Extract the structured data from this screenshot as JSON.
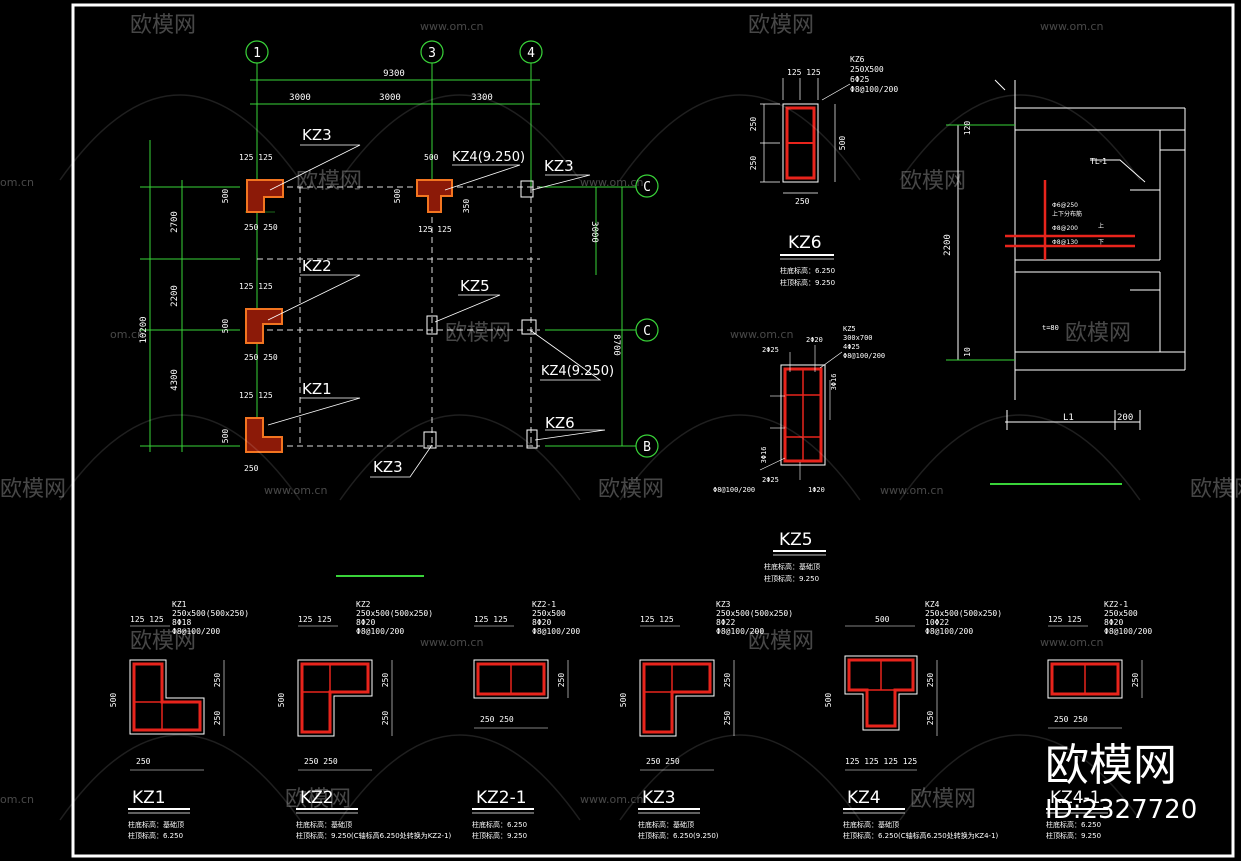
{
  "axes": {
    "a1": "1",
    "a3": "3",
    "a4": "4",
    "aC1": "C",
    "aC": "C",
    "aB": "B"
  },
  "plan": {
    "dims_top": {
      "total": "9300",
      "s1": "3000",
      "s2": "3000",
      "s3": "3300"
    },
    "dims_left": {
      "total": "10200",
      "d1": "2700",
      "d2": "2200",
      "d3": "4300"
    },
    "dims_right": {
      "d1": "3000",
      "d2": "8700"
    },
    "labels": {
      "kz3_a": "KZ3",
      "kz4_a": "KZ4(9.250)",
      "kz3_b": "KZ3",
      "kz2": "KZ2",
      "kz5": "KZ5",
      "kz4_b": "KZ4(9.250)",
      "kz1": "KZ1",
      "kz6": "KZ6",
      "kz3_c": "KZ3"
    },
    "small": {
      "d125": "125 125",
      "d250": "250 250",
      "d500": "500",
      "d250s": "250",
      "d125b": "125 125",
      "d350": "350"
    }
  },
  "kz6": {
    "title": "KZ6",
    "spec1": "KZ6",
    "spec2": "250X500",
    "spec3": "6Φ25",
    "spec4": "Φ8@100/200",
    "top": "125 125",
    "left1": "250",
    "left2": "250",
    "right": "500",
    "bottom": "250",
    "note1": "柱底标高：6.250",
    "note2": "柱顶标高：9.250"
  },
  "kz5": {
    "title": "KZ5",
    "spec1": "KZ5",
    "spec2": "300x700",
    "spec3": "4Φ25",
    "spec4": "Φ8@100/200",
    "top1": "2Φ25",
    "top2": "2Φ20",
    "side1": "3Φ16",
    "side2": "3Φ16",
    "bot1": "2Φ25",
    "bot2": "1Φ20",
    "stir": "Φ8@100/200",
    "note1": "柱底标高：基础顶",
    "note2": "柱顶标高：9.250"
  },
  "section": {
    "tl": "TL-1",
    "h": "2200",
    "l1": "L1",
    "w": "200",
    "t120": "120",
    "t90": "t=80",
    "rebar1": "Φ6@250",
    "rebar2": "上下分布筋",
    "rebar3": "Φ8@200",
    "rebar4": "Φ8@130",
    "up": "上",
    "down": "下",
    "ten": "10"
  },
  "details": [
    {
      "title": "KZ1",
      "specs": [
        "KZ1",
        "250x500(500x250)",
        "8Φ18",
        "Φ8@100/200"
      ],
      "top": "125 125",
      "left": "500",
      "r1": "250",
      "r2": "250",
      "b": "250",
      "note1": "柱底标高：基础顶",
      "note2": "柱顶标高：6.250"
    },
    {
      "title": "KZ2",
      "specs": [
        "KZ2",
        "250x500(500x250)",
        "8Φ20",
        "Φ8@100/200"
      ],
      "top": "125 125",
      "left": "500",
      "r1": "250",
      "r2": "250",
      "b": "250   250",
      "note1": "柱底标高：基础顶",
      "note2": "柱顶标高：9.250(C轴标高6.250处转换为KZ2-1)"
    },
    {
      "title": "KZ2-1",
      "specs": [
        "KZ2-1",
        "250x500",
        "8Φ20",
        "Φ8@100/200"
      ],
      "top": "125 125",
      "left": "",
      "r1": "250",
      "r2": "",
      "b": "250   250",
      "note1": "柱底标高：6.250",
      "note2": "柱顶标高：9.250"
    },
    {
      "title": "KZ3",
      "specs": [
        "KZ3",
        "250x500(500x250)",
        "8Φ22",
        "Φ8@100/200"
      ],
      "top": "125 125",
      "left": "500",
      "r1": "250",
      "r2": "250",
      "b": "250   250",
      "note1": "柱底标高：基础顶",
      "note2": "柱顶标高：6.250(9.250)"
    },
    {
      "title": "KZ4",
      "specs": [
        "KZ4",
        "250x500(500x250)",
        "10Φ22",
        "Φ8@100/200"
      ],
      "top": "500",
      "left": "500",
      "r1": "250",
      "r2": "250",
      "b": "125 125 125 125",
      "note1": "柱底标高：基础顶",
      "note2": "柱顶标高：6.250(C轴标高6.250处转换为KZ4-1)"
    },
    {
      "title": "KZ4-1",
      "specs": [
        "KZ2-1",
        "250x500",
        "8Φ20",
        "Φ8@100/200"
      ],
      "top": "125 125",
      "left": "",
      "r1": "250",
      "r2": "",
      "b": "250   250",
      "note1": "柱底标高：6.250",
      "note2": "柱顶标高：9.250"
    }
  ],
  "watermark": {
    "brand": "欧模网",
    "url": "www.om.cn",
    "short": "om.cn",
    "id": "ID:2327720"
  }
}
